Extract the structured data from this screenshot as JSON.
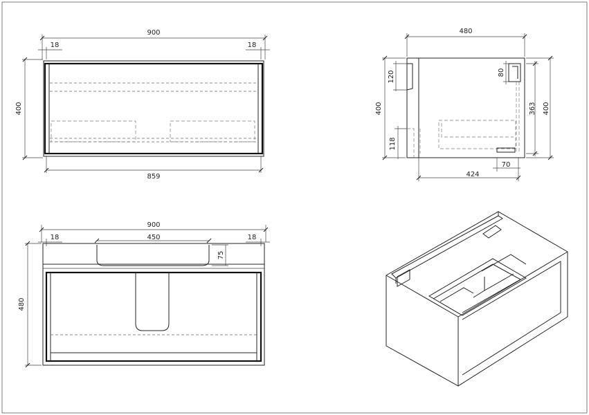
{
  "drawing": {
    "border_color": "#222222",
    "background": "#ffffff"
  },
  "front_view": {
    "width": "900",
    "side_left": "18",
    "side_right": "18",
    "height": "400",
    "inner_width": "859"
  },
  "side_view": {
    "depth": "480",
    "top_offset": "120",
    "rail_height": "80",
    "bottom_offset": "118",
    "inner_height": "363",
    "height": "400",
    "inner_depth": "424",
    "foot_width": "70"
  },
  "top_view": {
    "width": "900",
    "side_left": "18",
    "side_right": "18",
    "cutout_width": "450",
    "cutout_depth": "75",
    "depth": "480"
  }
}
